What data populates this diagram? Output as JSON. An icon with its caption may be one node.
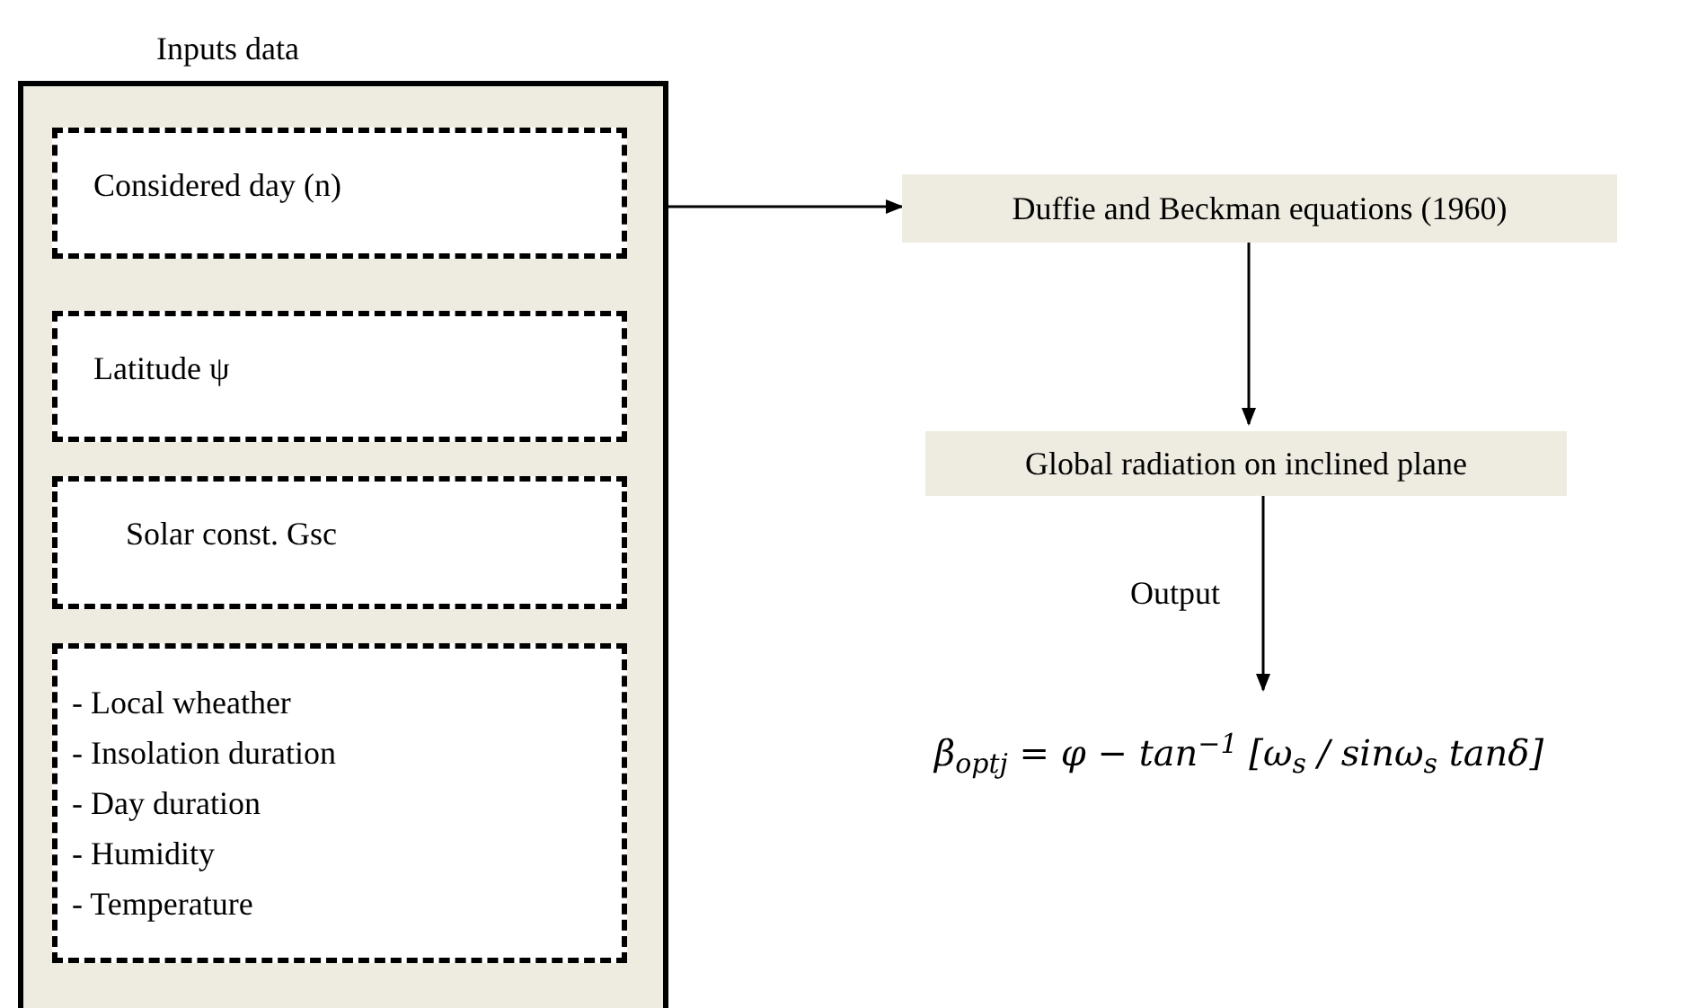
{
  "diagram": {
    "nodes": [
      {
        "text": [
          "Inputs data"
        ]
      },
      {
        "text": [
          "Considered day (n)"
        ],
        "in": 0
      },
      {
        "text": [
          "Latitude ψ"
        ],
        "in": 0
      },
      {
        "text": [
          "Solar const. Gsc"
        ],
        "in": 0
      },
      {
        "text": [
          "- Local wheather",
          "- Insolation duration",
          "- Day duration",
          "- Humidity",
          "- Temperature"
        ],
        "in": 0
      },
      {
        "text": [
          "Duffie and Beckman equations (1960)"
        ]
      },
      {
        "text": [
          "Global radiation on inclined plane"
        ]
      },
      {
        "text": [
          "β$_{optj}$ = φ − tan$^{−1}$ [ω$_{s}$ / sinω$_{s}$ tanδ]"
        ]
      }
    ],
    "edges": [
      {
        "from": 0,
        "to": 5,
        "arrow": "to"
      },
      {
        "from": 5,
        "to": 6,
        "arrow": "to"
      },
      {
        "from": 6,
        "to": 7,
        "arrow": "to",
        "label": "Output"
      }
    ]
  }
}
